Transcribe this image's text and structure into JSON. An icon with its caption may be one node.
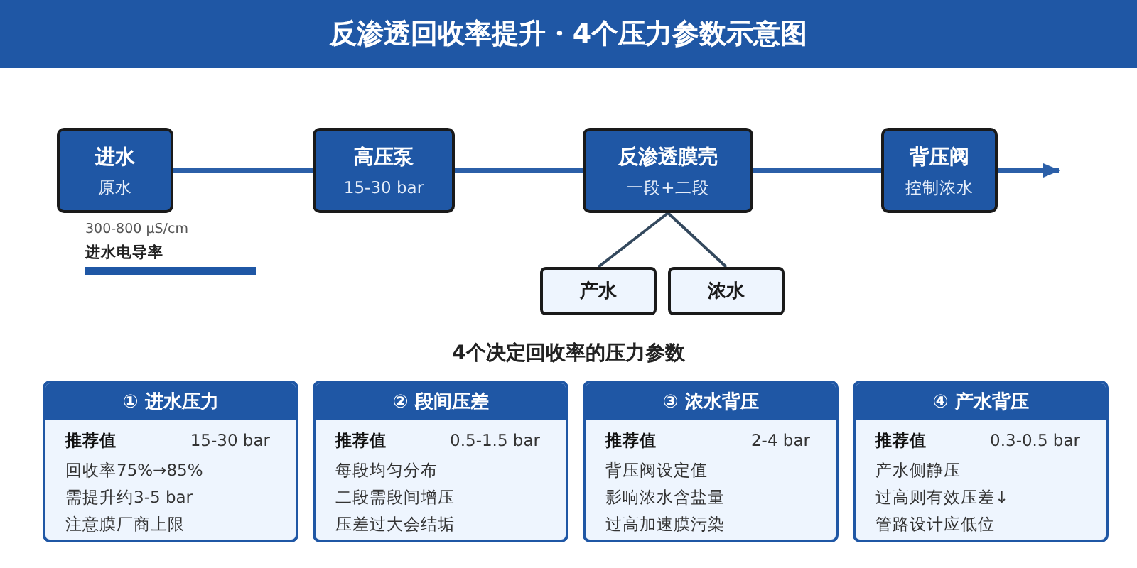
{
  "diagram": {
    "title": "反渗透回收率提升・4个压力参数示意图",
    "nodes": [
      {
        "text": [
          "进水",
          "原水"
        ]
      },
      {
        "text": [
          "高压泵",
          "15-30 bar"
        ]
      },
      {
        "text": [
          "反渗透膜壳",
          "一段+二段"
        ]
      },
      {
        "text": [
          "背压阀",
          "控制浓水"
        ]
      },
      {
        "text": [
          "产水"
        ]
      },
      {
        "text": [
          "浓水"
        ]
      },
      {
        "text": [
          "① 进水压力",
          "推荐值",
          "15-30 bar",
          "回收率75%→85%",
          "需提升约3-5 bar",
          "注意膜厂商上限"
        ]
      },
      {
        "text": [
          "② 段间压差",
          "推荐值",
          "0.5-1.5 bar",
          "每段均匀分布",
          "二段需段间增压",
          "压差过大会结垢"
        ]
      },
      {
        "text": [
          "③ 浓水背压",
          "推荐值",
          "2-4 bar",
          "背压阀设定值",
          "影响浓水含盐量",
          "过高加速膜污染"
        ]
      },
      {
        "text": [
          "④ 产水背压",
          "推荐值",
          "0.3-0.5 bar",
          "产水侧静压",
          "过高则有效压差↓",
          "管路设计应低位"
        ]
      }
    ],
    "edges": [
      {
        "from": 0,
        "to": 1,
        "arrow": "none"
      },
      {
        "from": 1,
        "to": 2,
        "arrow": "none"
      },
      {
        "from": 2,
        "to": 3,
        "arrow": "none"
      },
      {
        "from": 3,
        "to": null,
        "arrow": "to"
      },
      {
        "from": 2,
        "to": 4,
        "arrow": "none",
        "color": "#34495e"
      },
      {
        "from": 2,
        "to": 5,
        "arrow": "none",
        "color": "#34495e"
      }
    ],
    "labels": [
      "300-800 μS/cm",
      "进水电导率",
      "4个决定回收率的压力参数"
    ]
  }
}
